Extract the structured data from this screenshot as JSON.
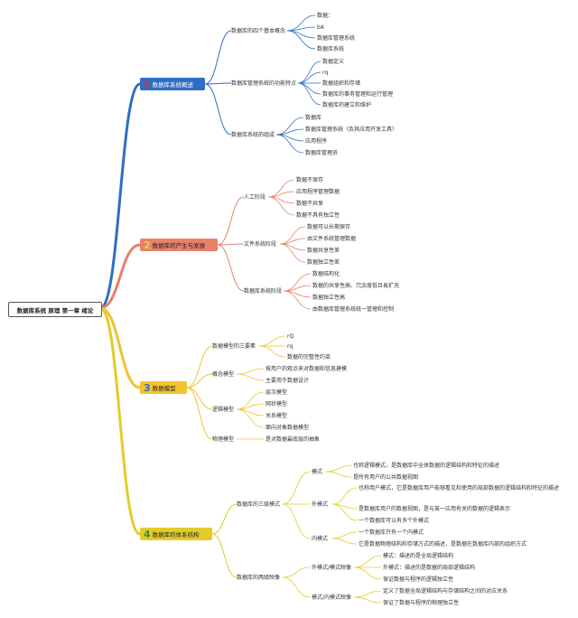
{
  "root": "数据库系统 原理 第一章 绪论",
  "colors": {
    "branch1": "#2f6ec2",
    "branch2": "#e8806a",
    "branch3": "#f1c330",
    "branch4": "#e2cc2a"
  },
  "branches": [
    {
      "num": "1",
      "label": "数据库系统概述",
      "children": [
        {
          "label": "数据库的四个基本概念",
          "items": [
            "数据：",
            "bA",
            "数据库管理系统",
            "数据库系统"
          ]
        },
        {
          "label": "数据库管理系统的功能特点",
          "items": [
            "数据定义",
            "rq",
            "数据组织和存储",
            "数据库的事务管理和运行管理",
            "数据库的建立和维护"
          ]
        },
        {
          "label": "数据库系统的组成",
          "items": [
            "数据库",
            "数据库管理系统（及其应用开发工具）",
            "应用程序",
            "数据库管理员"
          ]
        }
      ]
    },
    {
      "num": "2",
      "label": "数据库的产生与发展",
      "children": [
        {
          "label": "人工阶段",
          "items": [
            "数据不保存",
            "应用程序管理数据",
            "数据不共享",
            "数据不具有独立性"
          ]
        },
        {
          "label": "文件系统阶段",
          "items": [
            "数据可以长期保存",
            "由文件系统管理数据",
            "数据共享性差",
            "数据独立性差"
          ]
        },
        {
          "label": "数据库系统阶段",
          "items": [
            "数据结构化",
            "数据的共享性高、冗余度低且易扩充",
            "数据独立性高",
            "由数据库管理系统统一管理和控制"
          ]
        }
      ]
    },
    {
      "num": "3",
      "label": "数据模型",
      "children": [
        {
          "label": "数据模型的三要素",
          "items": [
            "rQ",
            "rq",
            "数据的完整性约束"
          ]
        },
        {
          "label": "概念模型",
          "items": [
            "按用户的观点来对数据和信息建模",
            "主要用于数据设计"
          ]
        },
        {
          "label": "逻辑模型",
          "items": [
            "层次模型",
            "网状模型",
            "关系模型",
            "面向对象数据模型"
          ]
        },
        {
          "label": "物理模型",
          "items": [
            "是对数据最底层的抽象"
          ]
        }
      ]
    },
    {
      "num": "4",
      "label": "数据库的体系结构",
      "children": [
        {
          "label": "数据库的三级模式",
          "groups": [
            {
              "label": "模式",
              "items": [
                "也称逻辑模式，是数据库中全体数据的逻辑结构和特征的描述",
                "是所有用户的公共数据视图"
              ]
            },
            {
              "label": "外模式",
              "items": [
                "也称用户模式，它是数据库用户能够看见和使用的局部数据的逻辑结构和特征的描述",
                "是数据库用户的数据视图，是与某一应用有关的数据的逻辑表示",
                "一个数据库可以有多个外模式"
              ]
            },
            {
              "label": "内模式",
              "items": [
                "一个数据库只有一个内模式",
                "它是数据物理结构和存储方式的描述，是数据在数据库内部的组织方式"
              ]
            }
          ]
        },
        {
          "label": "数据库的两级映像",
          "groups": [
            {
              "label": "外模式/模式映像",
              "items": [
                "模式：描述的是全局逻辑结构",
                "外模式：描述的是数据的局部逻辑结构",
                "保证数据与程序的逻辑独立性"
              ]
            },
            {
              "label": "模式/内模式映像",
              "items": [
                "定义了数据全局逻辑结构与存储结构之间的对应关系",
                "保证了数据与程序的物理独立性"
              ]
            }
          ]
        }
      ]
    }
  ]
}
